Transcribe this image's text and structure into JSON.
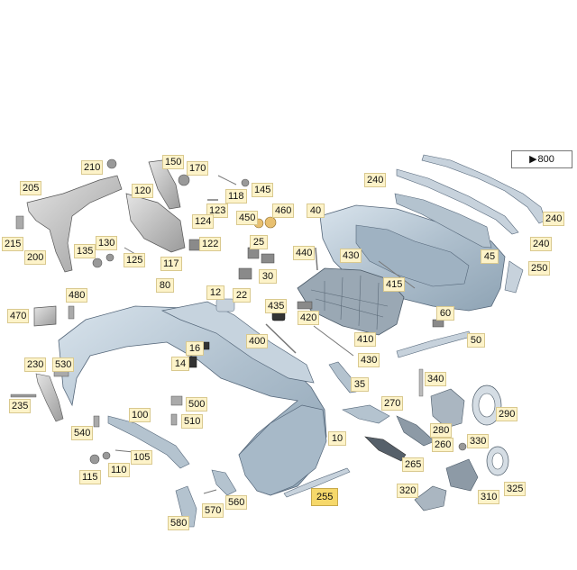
{
  "reference": {
    "arrow": "▶",
    "text": "800"
  },
  "labels": {
    "l210": "210",
    "l150": "150",
    "l170": "170",
    "l205": "205",
    "l120": "120",
    "l118": "118",
    "l145": "145",
    "l123": "123",
    "l124": "124",
    "l450": "450",
    "l460": "460",
    "l40": "40",
    "l240a": "240",
    "l240b": "240",
    "l240c": "240",
    "l215": "215",
    "l200": "200",
    "l135": "135",
    "l130": "130",
    "l125": "125",
    "l117": "117",
    "l122": "122",
    "l25": "25",
    "l440": "440",
    "l430a": "430",
    "l45": "45",
    "l250": "250",
    "l30": "30",
    "l415": "415",
    "l480": "480",
    "l80": "80",
    "l12": "12",
    "l22": "22",
    "l470": "470",
    "l435": "435",
    "l420": "420",
    "l60": "60",
    "l400": "400",
    "l410": "410",
    "l16": "16",
    "l14": "14",
    "l50": "50",
    "l230": "230",
    "l530": "530",
    "l430b": "430",
    "l340": "340",
    "l35": "35",
    "l235": "235",
    "l500": "500",
    "l270": "270",
    "l100": "100",
    "l510": "510",
    "l290": "290",
    "l540": "540",
    "l280": "280",
    "l10": "10",
    "l330": "330",
    "l260": "260",
    "l105": "105",
    "l265": "265",
    "l115": "115",
    "l110": "110",
    "l560": "560",
    "l320": "320",
    "l325": "325",
    "l255": "255",
    "l310": "310",
    "l570": "570",
    "l580": "580"
  }
}
